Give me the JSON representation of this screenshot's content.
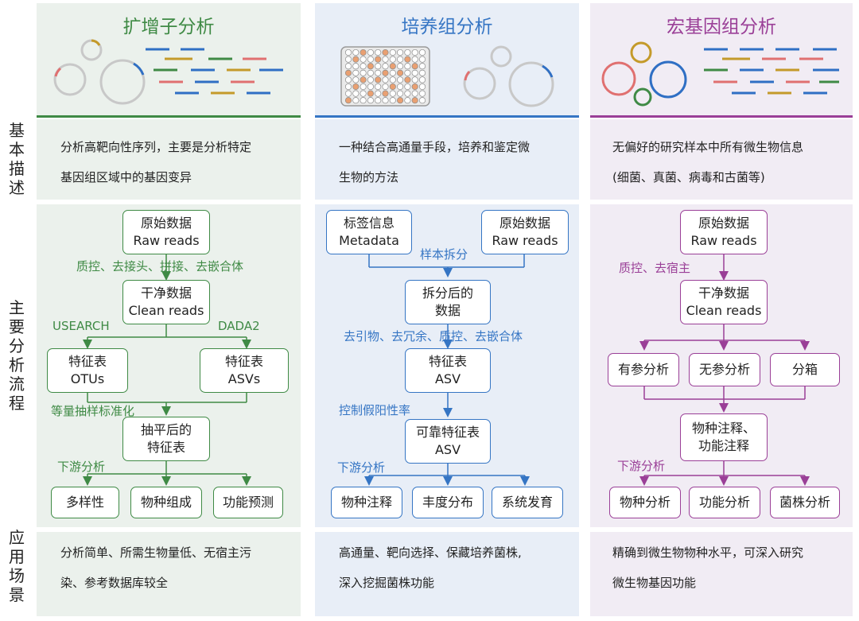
{
  "columns": [
    {
      "title": "扩增子分析",
      "color": "#3f8a45"
    },
    {
      "title": "培养组分析",
      "color": "#3575c4"
    },
    {
      "title": "宏基因组分析",
      "color": "#9a3f97"
    }
  ],
  "row_labels": {
    "basic": "基本描述",
    "flow": "主要分析流程",
    "app": "应用场景"
  },
  "descriptions": {
    "amplicon": [
      "分析高靶向性序列，主要是分析特定",
      "基因组区域中的基因变异"
    ],
    "culturome": [
      "一种结合高通量手段，培养和鉴定微",
      "生物的方法"
    ],
    "metagenome": [
      "无偏好的研究样本中所有微生物信息",
      "(细菌、真菌、病毒和古菌等)"
    ]
  },
  "applications": {
    "amplicon": [
      "分析简单、所需生物量低、无宿主污",
      "染、参考数据库较全"
    ],
    "culturome": [
      "高通量、靶向选择、保藏培养菌株,",
      "深入挖掘菌株功能"
    ],
    "metagenome": [
      "精确到微生物物种水平，可深入研究",
      "微生物基因功能"
    ]
  },
  "amplicon_flow": {
    "raw": [
      "原始数据",
      "Raw reads"
    ],
    "step1": "质控、去接头、拼接、去嵌合体",
    "clean": [
      "干净数据",
      "Clean reads"
    ],
    "usearch": "USEARCH",
    "dada2": "DADA2",
    "otus": [
      "特征表",
      "OTUs"
    ],
    "asvs": [
      "特征表",
      "ASVs"
    ],
    "rarefy": "等量抽样标准化",
    "rarefied": [
      "抽平后的",
      "特征表"
    ],
    "downstream": "下游分析",
    "out1": "多样性",
    "out2": "物种组成",
    "out3": "功能预测"
  },
  "culturome_flow": {
    "meta": [
      "标签信息",
      "Metadata"
    ],
    "raw": [
      "原始数据",
      "Raw reads"
    ],
    "split": "样本拆分",
    "splitdata": [
      "拆分后的",
      "数据"
    ],
    "step": "去引物、去冗余、质控、去嵌合体",
    "asv": [
      "特征表",
      "ASV"
    ],
    "fpr": "控制假阳性率",
    "reliable": [
      "可靠特征表",
      "ASV"
    ],
    "downstream": "下游分析",
    "out1": "物种注释",
    "out2": "丰度分布",
    "out3": "系统发育"
  },
  "metagenome_flow": {
    "raw": [
      "原始数据",
      "Raw reads"
    ],
    "step": "质控、去宿主",
    "clean": [
      "干净数据",
      "Clean reads"
    ],
    "a1": "有参分析",
    "a2": "无参分析",
    "a3": "分箱",
    "annot": [
      "物种注释、",
      "功能注释"
    ],
    "downstream": "下游分析",
    "out1": "物种分析",
    "out2": "功能分析",
    "out3": "菌株分析"
  },
  "icons": [
    "plasmid-circle-icon",
    "sequence-reads-icon",
    "well-plate-icon"
  ]
}
